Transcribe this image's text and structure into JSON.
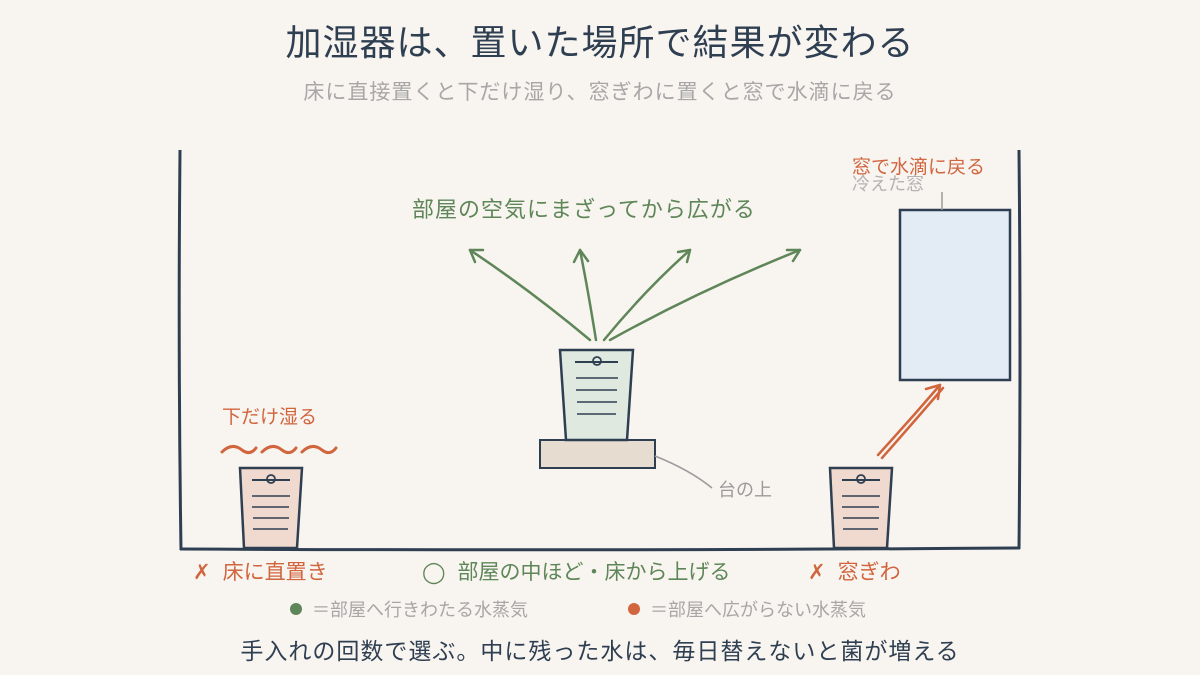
{
  "title": "加湿器は、置いた場所で結果が変わる",
  "subtitle": "床に直接置くと下だけ湿り、窓ぎわに置くと窓で水滴に戻る",
  "scene": {
    "center_heading": "部屋の空気にまざってから広がる",
    "floor_label": "下だけ湿る",
    "window_label": "窓で水滴に戻る",
    "window_sublabel": "冷えた窓",
    "stand_label": "台の上"
  },
  "verdicts": [
    {
      "mark": "✗",
      "label": "床に直置き",
      "color": "#d1653e"
    },
    {
      "mark": "◯",
      "label": "部屋の中ほど・床から上げる",
      "color": "#5e8658"
    },
    {
      "mark": "✗",
      "label": "窓ぎわ",
      "color": "#d1653e"
    }
  ],
  "legend": [
    {
      "label": "＝部屋へ行きわたる水蒸気",
      "color": "#5e8658"
    },
    {
      "label": "＝部屋へ広がらない水蒸気",
      "color": "#d1653e"
    }
  ],
  "footer": "手入れの回数で選ぶ。中に残った水は、毎日替えないと菌が増える",
  "colors": {
    "background": "#f8f4ef",
    "ink": "#2f3f52",
    "good": "#5e8658",
    "bad": "#d1653e",
    "window": "#e3ebf4",
    "humidifier_good": "#dfe9df",
    "humidifier_bad": "#f0d9ce",
    "stand": "#e6ddd0"
  }
}
